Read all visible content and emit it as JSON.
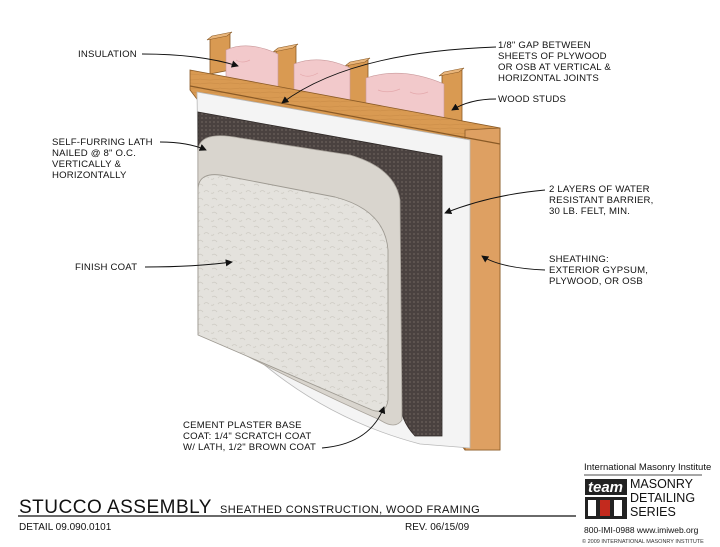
{
  "labels": {
    "insulation": [
      "INSULATION"
    ],
    "gap": [
      "1/8\" GAP BETWEEN",
      "SHEETS OF PLYWOOD",
      "OR OSB AT VERTICAL &",
      "HORIZONTAL JOINTS"
    ],
    "wood_studs": [
      "WOOD STUDS"
    ],
    "lath": [
      "SELF-FURRING LATH",
      "NAILED @ 8\" O.C.",
      "VERTICALLY &",
      "HORIZONTALLY"
    ],
    "barrier": [
      "2 LAYERS OF WATER",
      "RESISTANT BARRIER,",
      "30 LB. FELT, MIN."
    ],
    "finish_coat": [
      "FINISH COAT"
    ],
    "sheathing": [
      "SHEATHING:",
      "EXTERIOR GYPSUM,",
      "PLYWOOD, OR OSB"
    ],
    "base_coat": [
      "CEMENT PLASTER BASE",
      "COAT:  1/4\" SCRATCH COAT",
      "W/ LATH, 1/2\" BROWN COAT"
    ]
  },
  "title_block": {
    "title": "STUCCO ASSEMBLY",
    "subtitle": "SHEATHED CONSTRUCTION, WOOD FRAMING",
    "detail": "DETAIL 09.090.0101",
    "rev": "REV. 06/15/09"
  },
  "brand": {
    "institute": "International Masonry Institute",
    "logo_team": "team",
    "series_lines": [
      "MASONRY",
      "DETAILING",
      "SERIES"
    ],
    "contact": "800-IMI-0988  www.imiweb.org",
    "copyright": "© 2009 INTERNATIONAL MASONRY INSTITUTE"
  },
  "colors": {
    "wood": "#d99a52",
    "insulation": "#f2c9cb",
    "barrier": "#f4f4f4",
    "lath": "#4a4240",
    "scratch_coat": "#d7d3cc",
    "finish_coat": "#e3e1dc",
    "logo_red": "#c32a1e"
  }
}
